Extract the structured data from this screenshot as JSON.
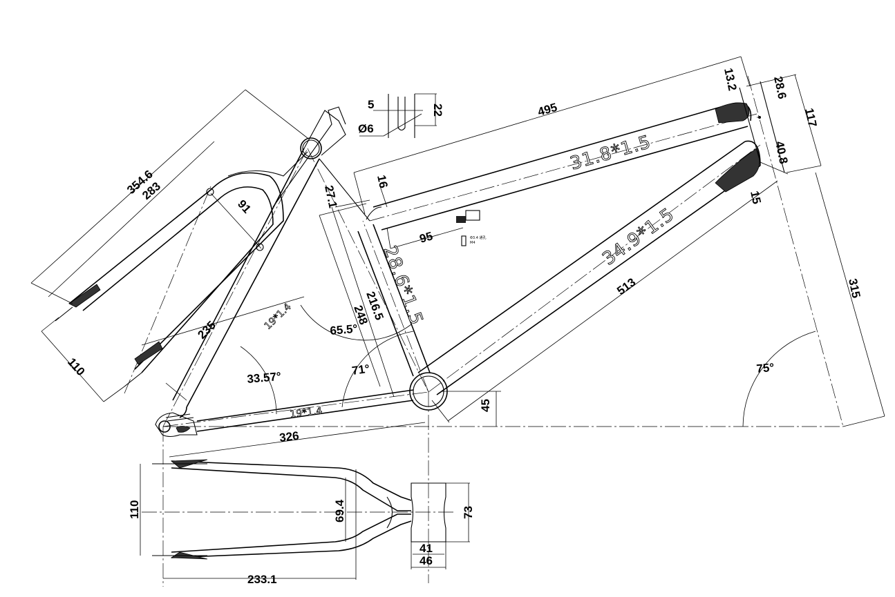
{
  "drawing": {
    "dimensions": {
      "seat_stay_length": "354.6",
      "seat_stay_inner": "283",
      "seat_stay_bridge": "91",
      "chain_stay_upper": "235",
      "dropout_width": "110",
      "seat_tube_top": "27.1",
      "top_tube_rise": "16",
      "top_tube_length": "495",
      "head_tube_top": "13.2",
      "head_tube_diameter": "28.6",
      "head_tube_length": "117",
      "head_tube_lower": "40.8",
      "down_tube_offset": "15",
      "overall_height": "315",
      "down_tube_length": "513",
      "boss_offset": "95",
      "seat_tube_inner": "216.5",
      "seat_tube_outer": "248",
      "bb_drop": "45",
      "chain_stay_length": "326",
      "seat_tube_angle": "71°",
      "seat_stay_angle": "65.5°",
      "chain_stay_angle": "33.57°",
      "head_tube_angle": "75°",
      "detail_slot": "5",
      "detail_length": "22",
      "detail_hole": "Ø6",
      "rear_width": "110",
      "stay_spread": "69.4",
      "bb_shell_width": "73",
      "stay_length_plan": "233.1",
      "bb_inner": "41",
      "bb_outer": "46"
    },
    "tube_labels": {
      "top_tube": "31.8*1.5",
      "down_tube": "34.9*1.5",
      "seat_tube": "28.6*1.5",
      "seat_stay": "19*1.4",
      "chain_stay": "19*1.4"
    },
    "notes": {
      "boss_note_1": "Φ3.4 通孔",
      "boss_note_2": "M4"
    }
  }
}
